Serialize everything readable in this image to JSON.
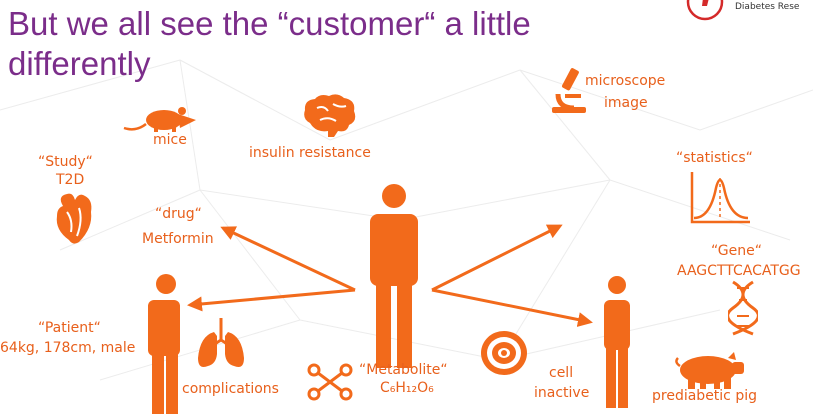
{
  "slide": {
    "title": "But we all see the “customer“ a little differently",
    "logo_text": "Diabetes Rese"
  },
  "labels": {
    "mice": "mice",
    "insulin_resistance": "insulin resistance",
    "microscope_line1": "microscope",
    "microscope_line2": "image",
    "study_line1": "“Study“",
    "study_line2": "T2D",
    "drug_line1": "“drug“",
    "drug_line2": "Metformin",
    "statistics": "“statistics“",
    "gene_line1": "“Gene“",
    "gene_line2": "AAGCTTCACATGG",
    "patient_line1": "“Patient“",
    "patient_line2": "64kg, 178cm, male",
    "complications": "complications",
    "metabolite_line1": "“Metabolite“",
    "metabolite_line2": "C₆H₁₂O₆",
    "cell_line1": "cell",
    "cell_line2": "inactive",
    "prediabetic_pig": "prediabetic pig"
  },
  "colors": {
    "title": "#7b2d8a",
    "accent": "#f26a1b"
  },
  "icons": [
    "mouse-icon",
    "brain-icon",
    "microscope-icon",
    "heart-icon",
    "person-icon",
    "bell-curve-icon",
    "dna-icon",
    "lungs-icon",
    "molecule-icon",
    "cell-icon",
    "pig-icon",
    "arrow-icon"
  ]
}
